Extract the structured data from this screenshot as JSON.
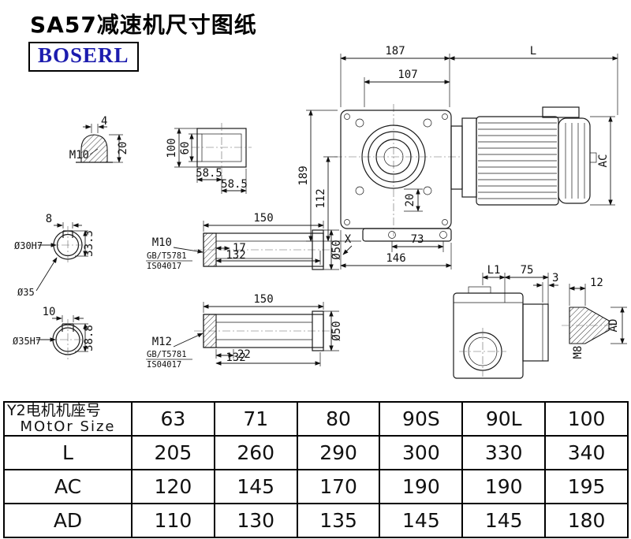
{
  "page": {
    "title": "SA57减速机尺寸图纸",
    "logo": "BOSERL",
    "logo_color": "#1c1cae"
  },
  "main_view": {
    "housing_width": "187",
    "motor_length": "L",
    "flange_width": "107",
    "total_height": "189",
    "shaft_height": "112",
    "motor_diameter": "AC",
    "foot_offset": "20",
    "bolt_spacing": "73",
    "base_width": "146",
    "section_mark": "X"
  },
  "plug_view": {
    "thread": "M10",
    "top_width": "4",
    "height": "20"
  },
  "flange_view": {
    "outer_height": "100",
    "inner_height": "60",
    "left_half": "58.5",
    "right_half": "58.5"
  },
  "bore1": {
    "key_width": "8",
    "bore": "Ø30H7",
    "key_depth": "33.3",
    "outer": "Ø35"
  },
  "shaft1": {
    "length": "150",
    "thread": "M10",
    "standard": "GB/T5781",
    "standard2": "IS04017",
    "head_len": "17",
    "body_len": "132",
    "diameter": "Ø50"
  },
  "bore2": {
    "key_width": "10",
    "bore": "Ø35H7",
    "key_depth": "38.8"
  },
  "shaft2": {
    "length": "150",
    "thread": "M12",
    "standard": "GB/T5781",
    "standard2": "IS04017",
    "head_len": "22",
    "body_len": "132",
    "diameter": "Ø50"
  },
  "rear_view": {
    "l1": "L1",
    "offset75": "75",
    "gap": "3",
    "tip_len": "12",
    "thread": "M8",
    "height": "AD"
  },
  "table": {
    "header": {
      "line1": "Y2电机机座号",
      "line2": "MOtOr Size"
    },
    "sizes": [
      "63",
      "71",
      "80",
      "90S",
      "90L",
      "100"
    ],
    "rows": [
      {
        "label": "L",
        "values": [
          "205",
          "260",
          "290",
          "300",
          "330",
          "340"
        ]
      },
      {
        "label": "AC",
        "values": [
          "120",
          "145",
          "170",
          "190",
          "190",
          "195"
        ]
      },
      {
        "label": "AD",
        "values": [
          "110",
          "130",
          "135",
          "145",
          "145",
          "180"
        ]
      }
    ]
  }
}
